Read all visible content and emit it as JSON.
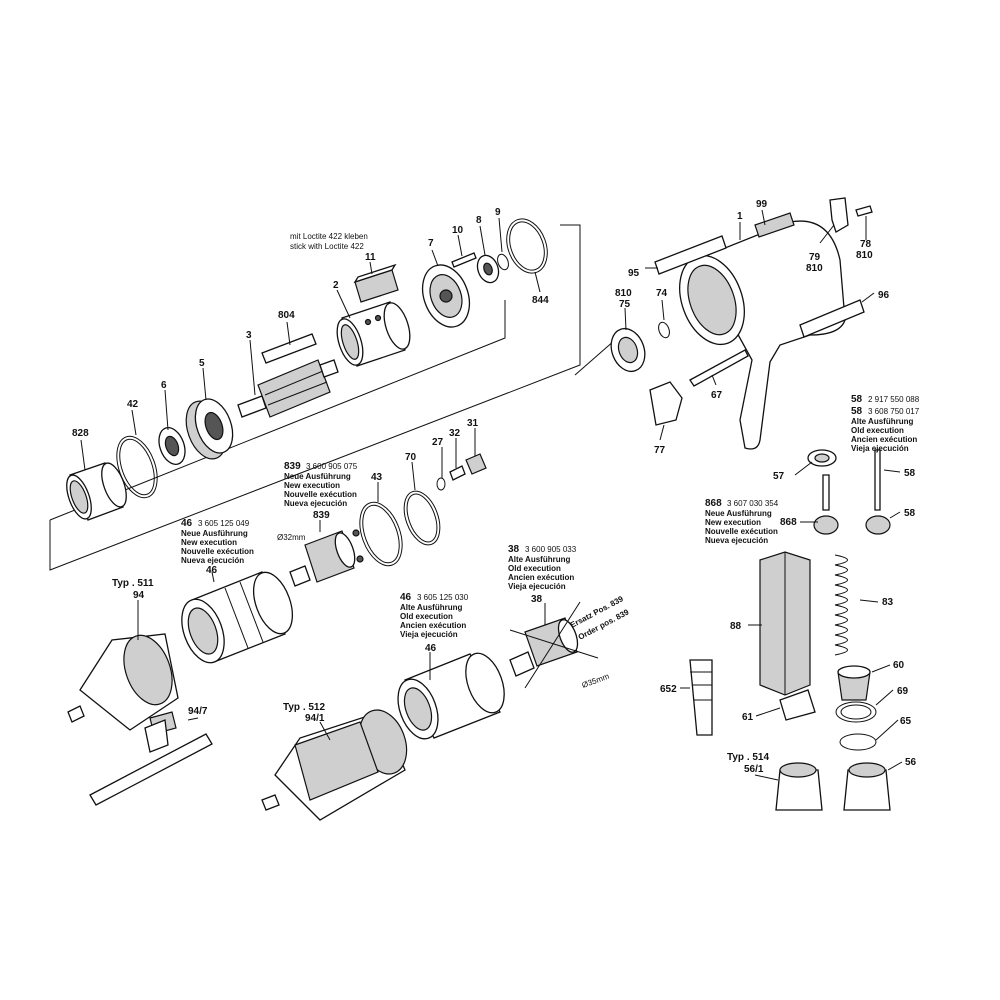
{
  "callouts": {
    "n1": "1",
    "n2": "2",
    "n3": "3",
    "n5": "5",
    "n6": "6",
    "n7": "7",
    "n8": "8",
    "n9": "9",
    "n10": "10",
    "n11": "11",
    "n27": "27",
    "n31": "31",
    "n32": "32",
    "n42": "42",
    "n43": "43",
    "n46": "46",
    "n56": "56",
    "n57": "57",
    "n58": "58",
    "n60": "60",
    "n61": "61",
    "n65": "65",
    "n67": "67",
    "n69": "69",
    "n70": "70",
    "n74": "74",
    "n75": "75",
    "n77": "77",
    "n78": "78",
    "n79": "79",
    "n83": "83",
    "n88": "88",
    "n94": "94",
    "n95": "95",
    "n96": "96",
    "n99": "99",
    "n652": "652",
    "n804": "804",
    "n810": "810",
    "n828": "828",
    "n839": "839",
    "n844": "844",
    "n868": "868",
    "n38": "38",
    "n58b": "58",
    "n94_7": "94/7",
    "n94_1": "94/1",
    "n56_1": "56/1"
  },
  "notes": {
    "loctite_de": "mit Loctite 422 kleben",
    "loctite_en": "stick with Loctite 422",
    "typ511": "Typ . 511",
    "typ512": "Typ . 512",
    "typ514": "Typ . 514",
    "d32": "Ø32mm",
    "d35": "Ø35mm",
    "ersatz": "Ersatz Pos. 839",
    "order": "Order pos. 839"
  },
  "blocks": {
    "b839": {
      "num": "839",
      "code": "3 600 905 075",
      "l1": "Neue Ausführung",
      "l2": "New execution",
      "l3": "Nouvelle exécution",
      "l4": "Nueva ejecución"
    },
    "b46new": {
      "num": "46",
      "code": "3 605 125 049",
      "l1": "Neue Ausführung",
      "l2": "New execution",
      "l3": "Nouvelle exécution",
      "l4": "Nueva ejecución"
    },
    "b38": {
      "num": "38",
      "code": "3 600 905 033",
      "l1": "Alte Ausführung",
      "l2": "Old execution",
      "l3": "Ancien exécution",
      "l4": "Vieja ejecución"
    },
    "b46old": {
      "num": "46",
      "code": "3 605 125 030",
      "l1": "Alte Ausführung",
      "l2": "Old execution",
      "l3": "Ancien exécution",
      "l4": "Vieja ejecución"
    },
    "b868": {
      "num": "868",
      "code": "3 607 030 354",
      "l1": "Neue Ausführung",
      "l2": "New execution",
      "l3": "Nouvelle exécution",
      "l4": "Nueva ejecución"
    },
    "b58": {
      "num1": "58",
      "code1": "2 917 550 088",
      "num2": "58",
      "code2": "3 608 750 017",
      "l1": "Alte Ausführung",
      "l2": "Old execution",
      "l3": "Ancien exécution",
      "l4": "Vieja ejecución"
    }
  }
}
